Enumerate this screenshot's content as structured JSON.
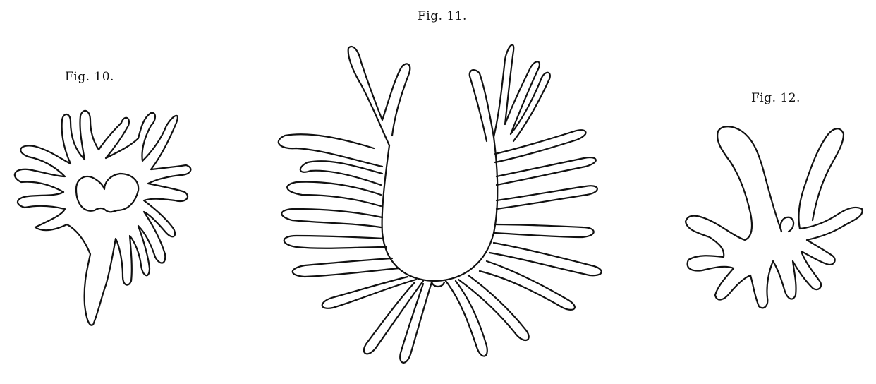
{
  "figures": [
    {
      "id": "fig10",
      "label": "Fig. 10."
    },
    {
      "id": "fig11",
      "label": "Fig. 11."
    },
    {
      "id": "fig12",
      "label": "Fig. 12."
    }
  ]
}
